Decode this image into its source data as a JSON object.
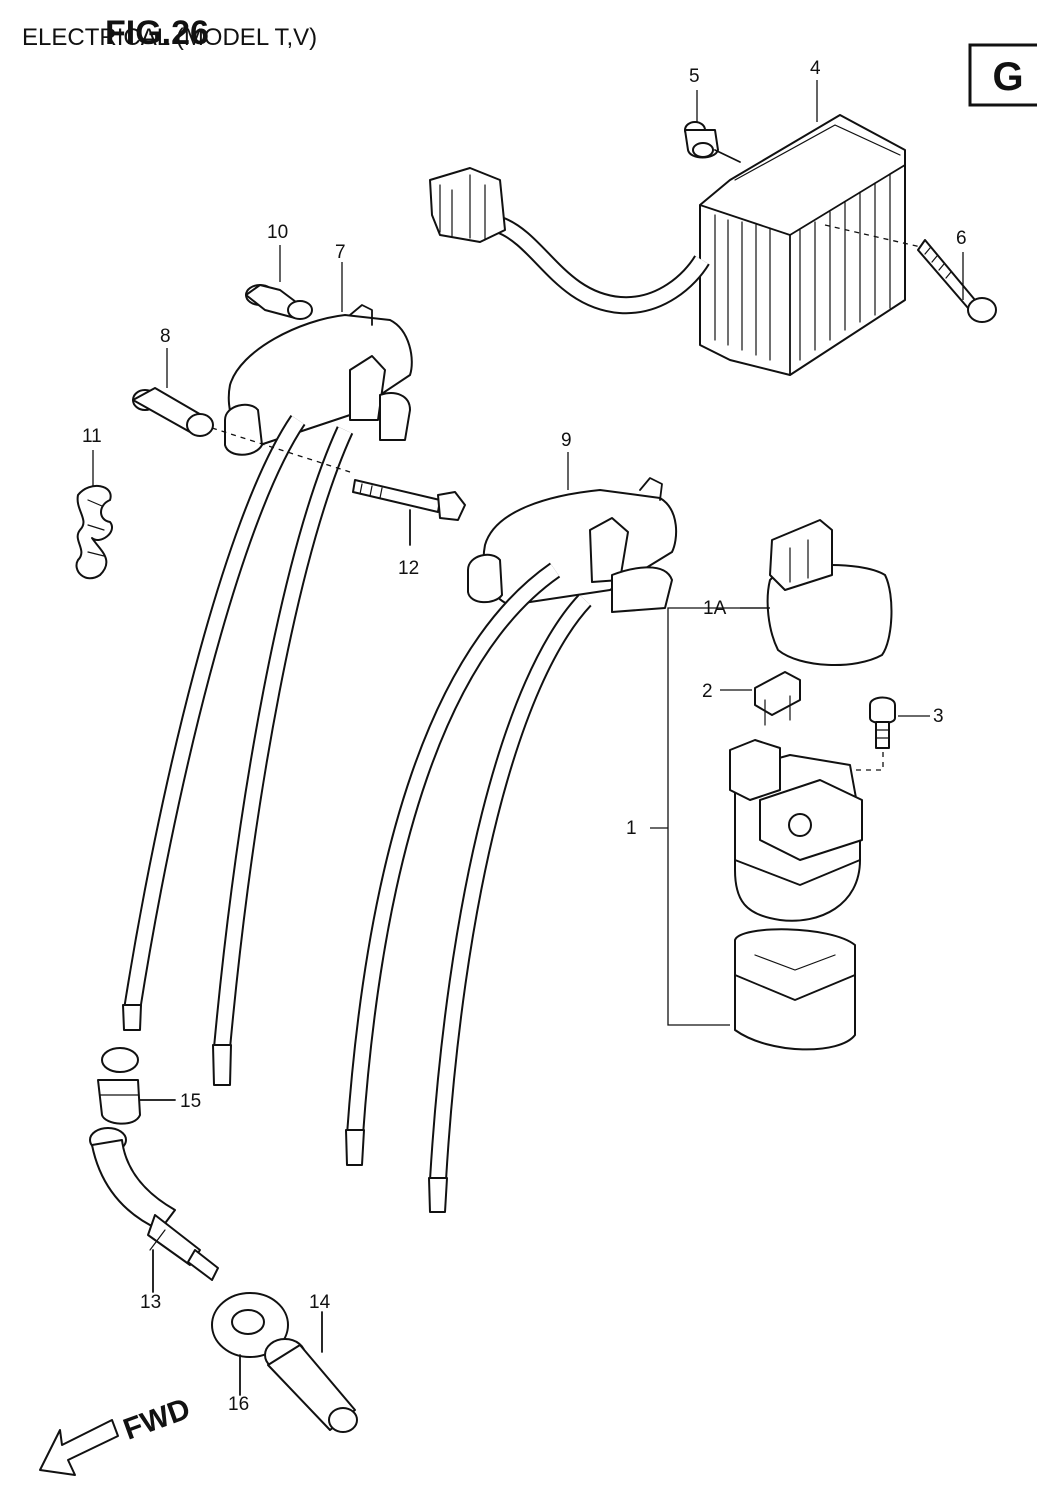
{
  "figure": {
    "title": "FIG.26",
    "faint_heading": "ELECTRICAL (MODEL T,V)",
    "group_badge": "G",
    "direction_label": "FWD"
  },
  "callouts": [
    {
      "id": "1",
      "label": "1"
    },
    {
      "id": "1A",
      "label": "1A"
    },
    {
      "id": "2",
      "label": "2"
    },
    {
      "id": "3",
      "label": "3"
    },
    {
      "id": "4",
      "label": "4"
    },
    {
      "id": "5",
      "label": "5"
    },
    {
      "id": "6",
      "label": "6"
    },
    {
      "id": "7",
      "label": "7"
    },
    {
      "id": "8",
      "label": "8"
    },
    {
      "id": "9",
      "label": "9"
    },
    {
      "id": "10",
      "label": "10"
    },
    {
      "id": "11",
      "label": "11"
    },
    {
      "id": "12",
      "label": "12"
    },
    {
      "id": "13",
      "label": "13"
    },
    {
      "id": "14",
      "label": "14"
    },
    {
      "id": "15",
      "label": "15"
    },
    {
      "id": "16",
      "label": "16"
    }
  ],
  "colors": {
    "ink": "#111111",
    "paper": "#ffffff",
    "faint": "#d9d9d9"
  }
}
